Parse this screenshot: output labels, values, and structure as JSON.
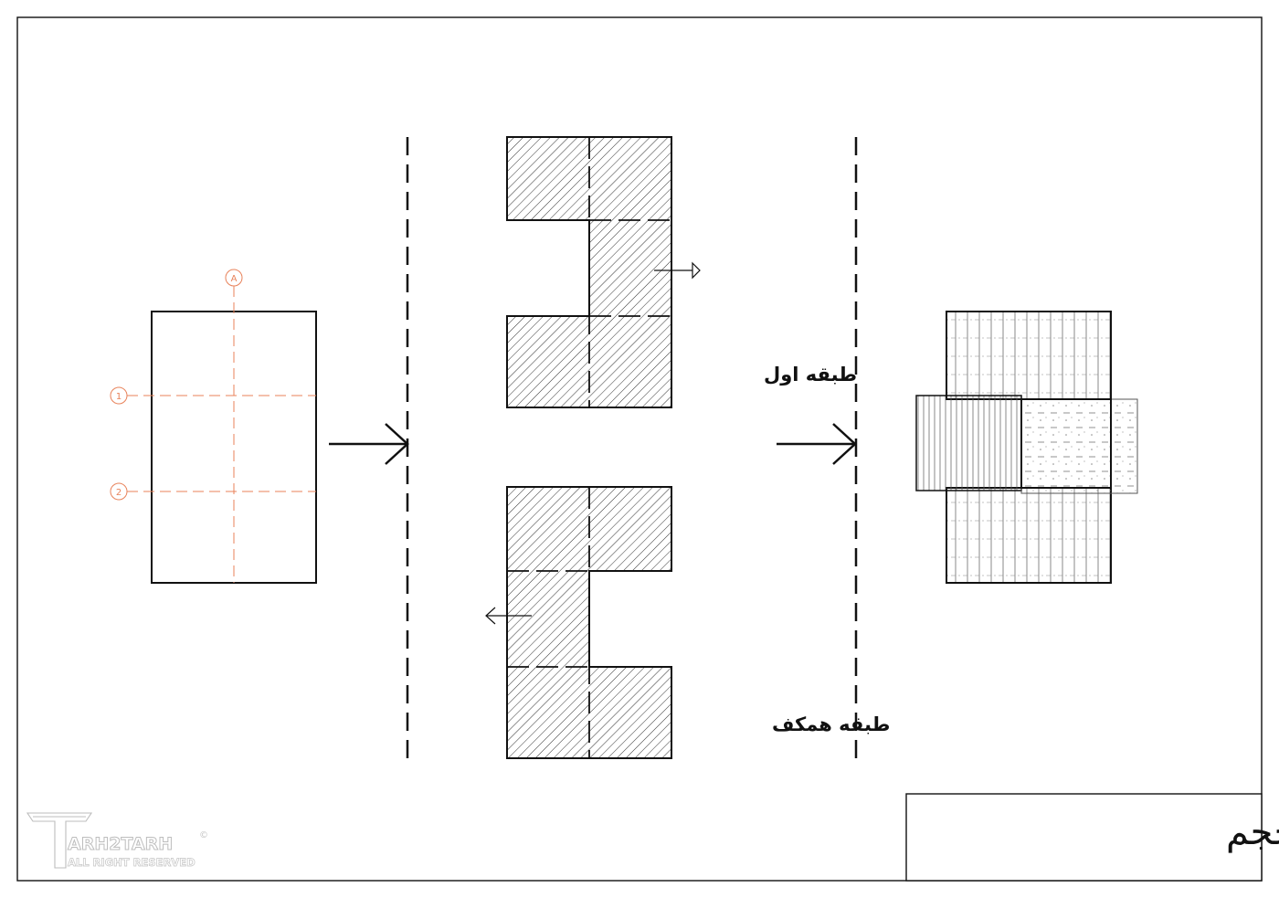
{
  "grid": {
    "column_label": "A",
    "row_labels": [
      "1",
      "2"
    ]
  },
  "labels": {
    "first_floor": "طبقه اول",
    "ground_floor": "طبقه همکف"
  },
  "title_block": {
    "title": "روند طراحی حجم"
  },
  "logo": {
    "name": "ARH2TARH",
    "tagline": "ALL RIGHT RESERVED",
    "copyright": "©"
  },
  "colors": {
    "line": "#111111",
    "grid": "#e8825a",
    "hatch": "#333333",
    "logo": "#bdbdbd"
  }
}
